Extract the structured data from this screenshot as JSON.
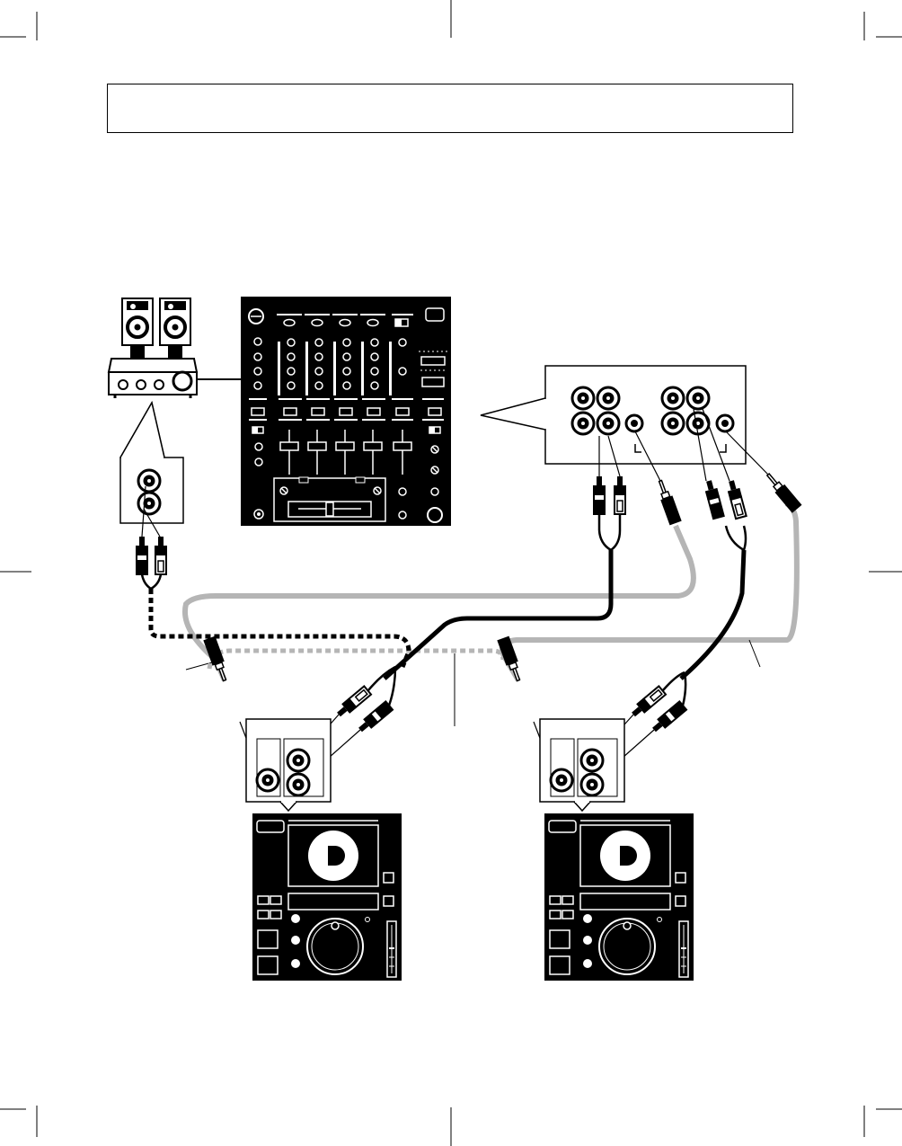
{
  "header": {
    "title": ""
  },
  "diagram": {
    "components": [
      "crop-marks",
      "speaker-left",
      "speaker-right",
      "amplifier",
      "amplifier-input-panel",
      "dj-mixer",
      "mixer-rear-panel",
      "cd-player-1",
      "cd-player-1-rear-panel",
      "cd-player-2",
      "cd-player-2-rear-panel"
    ],
    "cables": [
      {
        "name": "mixer-master-to-amplifier",
        "style": "dotted-black"
      },
      {
        "name": "player-1-audio-out-to-mixer",
        "style": "solid-black"
      },
      {
        "name": "player-1-control-to-mixer",
        "style": "solid-gray"
      },
      {
        "name": "player-2-audio-out-to-mixer",
        "style": "solid-black"
      },
      {
        "name": "player-2-control-to-mixer",
        "style": "solid-gray"
      },
      {
        "name": "player-link-cable",
        "style": "dotted-gray"
      }
    ],
    "colors": {
      "ink": "#000000",
      "cable_gray": "#b5b5b5",
      "paper": "#ffffff"
    }
  }
}
